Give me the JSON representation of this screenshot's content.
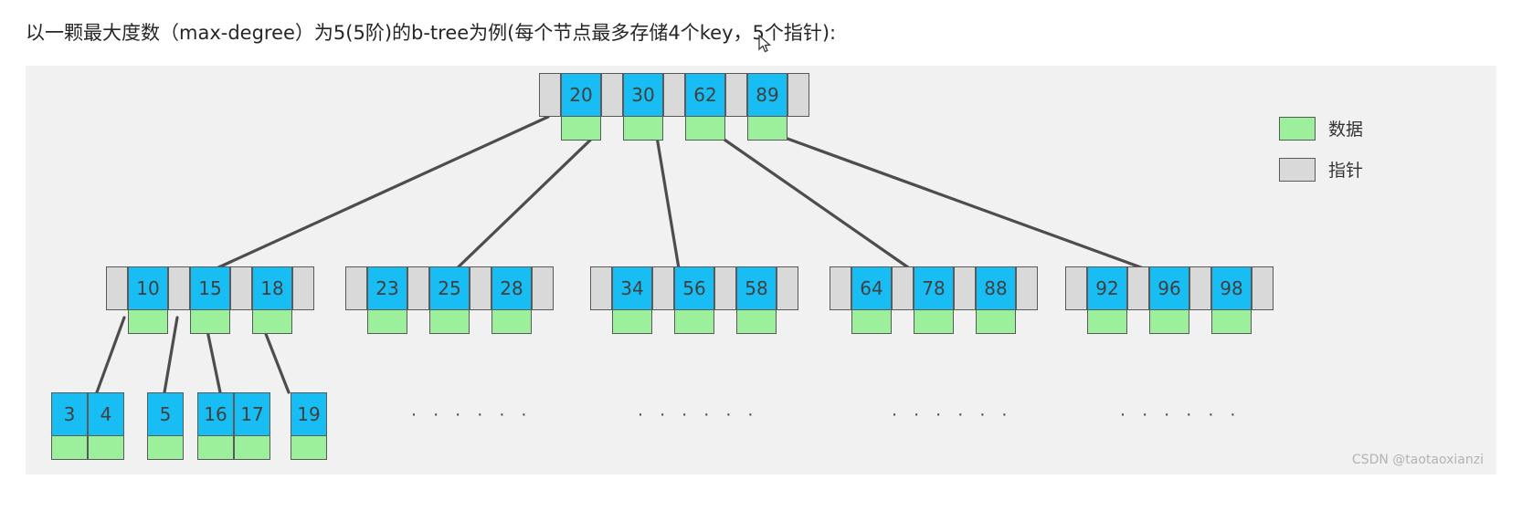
{
  "caption": "以一颗最大度数（max-degree）为5(5阶)的b-tree为例(每个节点最多存储4个key，5个指针):",
  "watermark": "CSDN @taotaoxianzi",
  "legend": {
    "items": [
      {
        "label": "数据",
        "swatch": "green",
        "color": "#9cf09c"
      },
      {
        "label": "指针",
        "swatch": "grey",
        "color": "#d9d9d9"
      }
    ]
  },
  "colors": {
    "key_fill": "#18bdf4",
    "data_fill": "#9cf09c",
    "pointer_fill": "#d9d9d9",
    "border": "#595959",
    "canvas_bg": "#f1f1f1",
    "edge": "#4d4d4d"
  },
  "tree": {
    "max_degree": 5,
    "max_keys_per_node": 4,
    "max_pointers_per_node": 5,
    "root": {
      "keys": [
        "20",
        "30",
        "62",
        "89"
      ]
    },
    "internal": [
      {
        "keys": [
          "10",
          "15",
          "18"
        ]
      },
      {
        "keys": [
          "23",
          "25",
          "28"
        ]
      },
      {
        "keys": [
          "34",
          "56",
          "58"
        ]
      },
      {
        "keys": [
          "64",
          "78",
          "88"
        ]
      },
      {
        "keys": [
          "92",
          "96",
          "98"
        ]
      }
    ],
    "leaves": [
      {
        "keys": [
          "3",
          "4"
        ]
      },
      {
        "keys": [
          "5"
        ]
      },
      {
        "keys": [
          "16",
          "17"
        ]
      },
      {
        "keys": [
          "19"
        ]
      }
    ],
    "ellipsis": [
      "· · · · · ·",
      "· · · · · ·",
      "· · · · · ·",
      "· · · · · ·"
    ]
  }
}
